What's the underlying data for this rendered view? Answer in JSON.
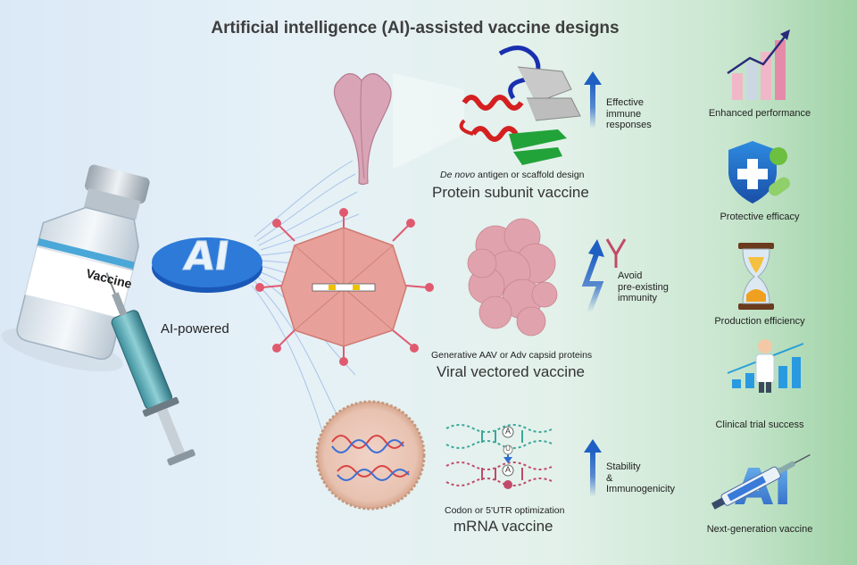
{
  "title": "Artificial intelligence (AI)-assisted vaccine designs",
  "left": {
    "vial_label": "Vaccine",
    "ai_badge": "AI",
    "ai_powered": "AI-powered"
  },
  "protein": {
    "caption_italic": "De novo",
    "caption_rest": " antigen or scaffold design",
    "name": "Protein subunit vaccine",
    "benefit_lines": [
      "Effective",
      "immune",
      "responses"
    ]
  },
  "viral": {
    "caption": "Generative AAV or Adv capsid proteins",
    "name": "Viral vectored vaccine",
    "benefit_lines": [
      "Avoid",
      "pre-existing",
      "immunity"
    ]
  },
  "mrna": {
    "caption": "Codon or 5'UTR optimization",
    "name": "mRNA vaccine",
    "benefit_lines": [
      "Stability",
      "&",
      "Immunogenicity"
    ],
    "base_top": "A",
    "base_mid": "U",
    "base_bottom": "A"
  },
  "outcomes": [
    {
      "label": "Enhanced performance",
      "icon": "bar-chart-growth-icon"
    },
    {
      "label": "Protective efficacy",
      "icon": "shield-virus-icon"
    },
    {
      "label": "Production efficiency",
      "icon": "hourglass-icon"
    },
    {
      "label": "Clinical trial success",
      "icon": "doctor-chart-icon"
    },
    {
      "label": "Next-generation vaccine",
      "icon": "ai-syringe-icon"
    }
  ],
  "colors": {
    "arrow_blue": "#1f5fc4",
    "capsid": "#e8a09a",
    "capsid_knob": "#e05a6f",
    "helix_red": "#d42020",
    "sheet_green": "#22a33a",
    "loop_blue": "#1a2fb0"
  }
}
